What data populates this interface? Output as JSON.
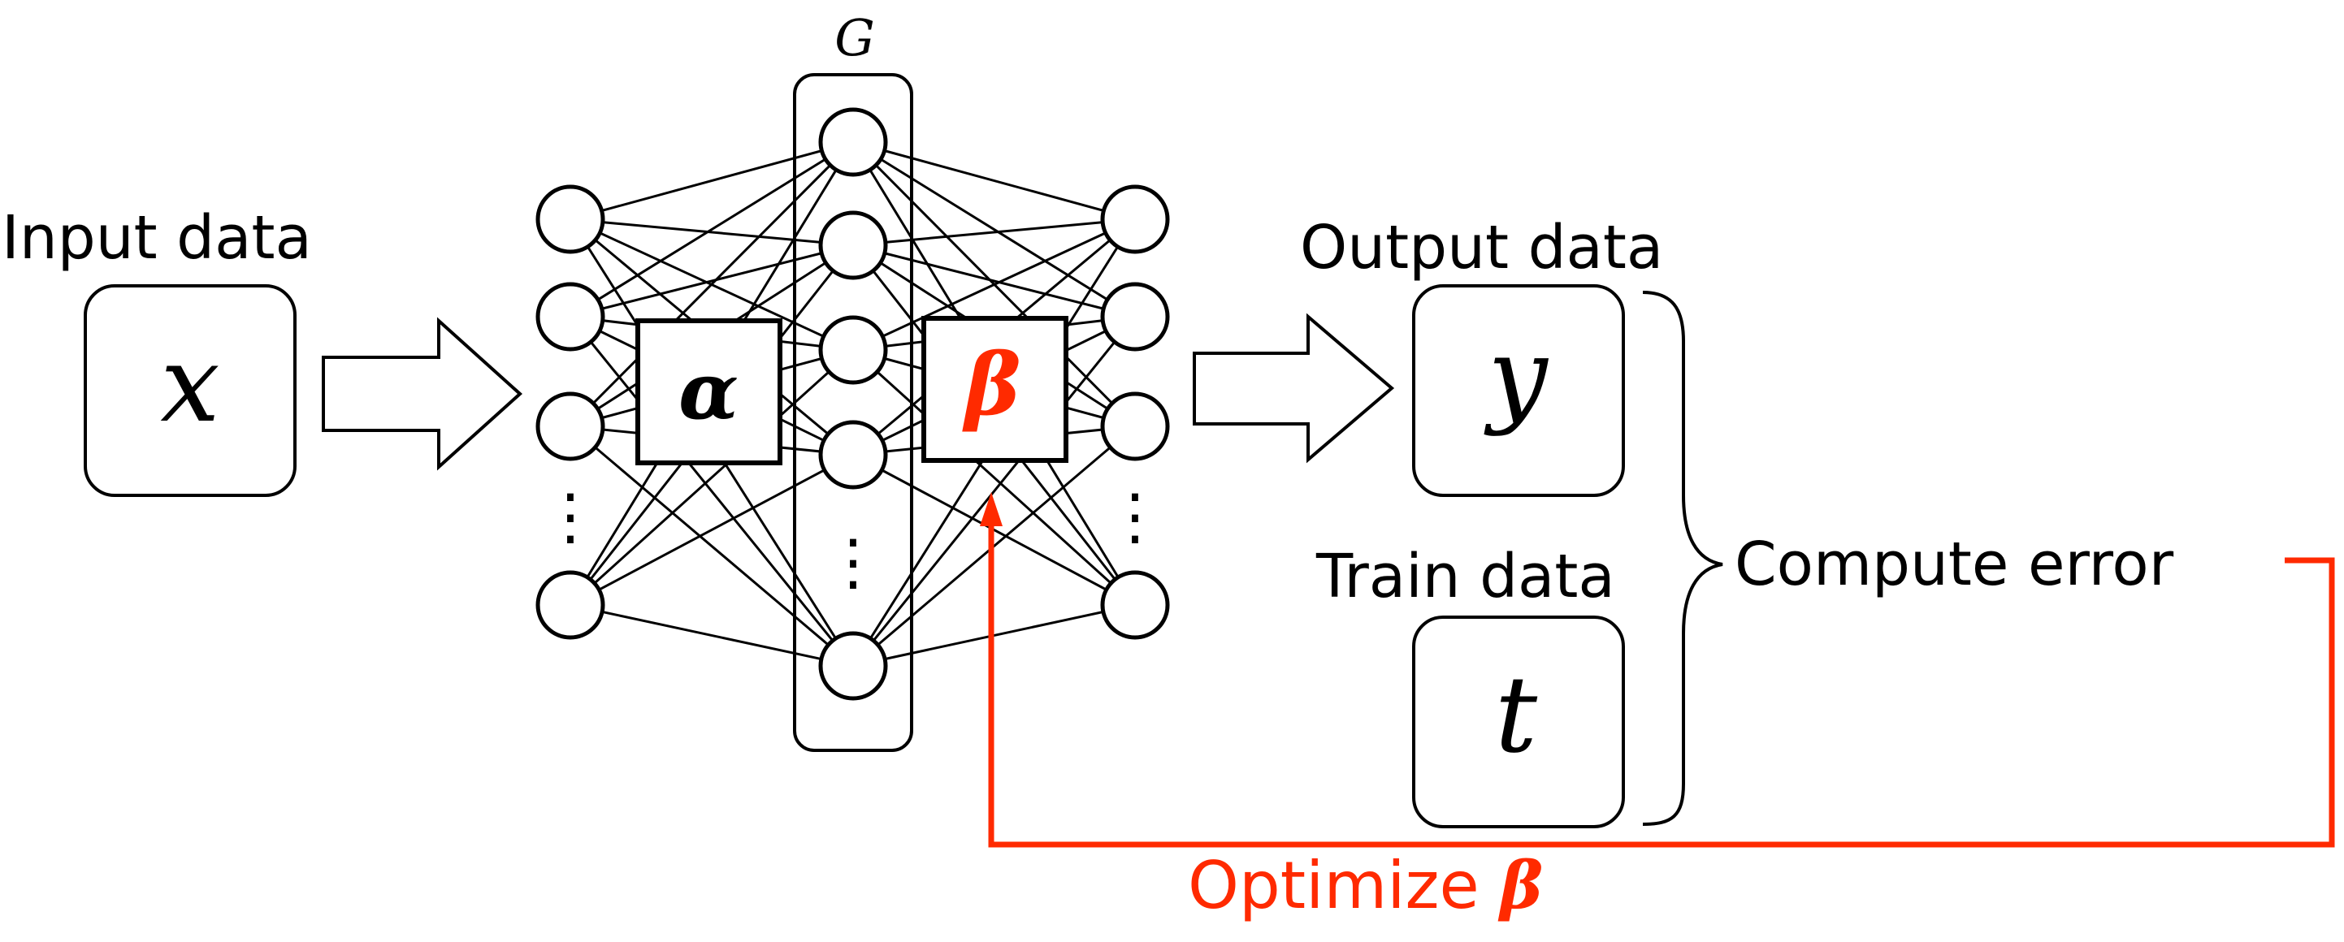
{
  "labels": {
    "input": "Input data",
    "output": "Output data",
    "train": "Train data",
    "compute": "Compute error",
    "optimize_prefix": "Optimize "
  },
  "symbols": {
    "x": "x",
    "y": "y",
    "t": "t",
    "alpha": "α",
    "beta": "β",
    "G": "G",
    "optimize_beta": "β"
  },
  "ellipsis": "⋮",
  "colors": {
    "accent": "#ff2a00",
    "ink": "#000000",
    "background": "#ffffff"
  }
}
